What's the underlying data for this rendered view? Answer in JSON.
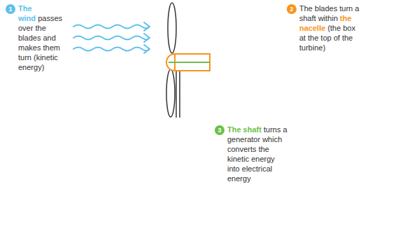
{
  "diagram": {
    "nodes": [
      {
        "text": [
          "1"
        ]
      },
      {
        "text": [
          "2"
        ]
      },
      {
        "text": [
          "3"
        ]
      }
    ],
    "labels": [
      "The wind",
      "passes over the blades and makes them turn (kinetic energy)",
      "The blades turn a shaft within",
      "the nacelle",
      "(the box at the top of the turbine)",
      "The shaft",
      "turns a generator which converts the kinetic energy into electrical energy"
    ]
  }
}
